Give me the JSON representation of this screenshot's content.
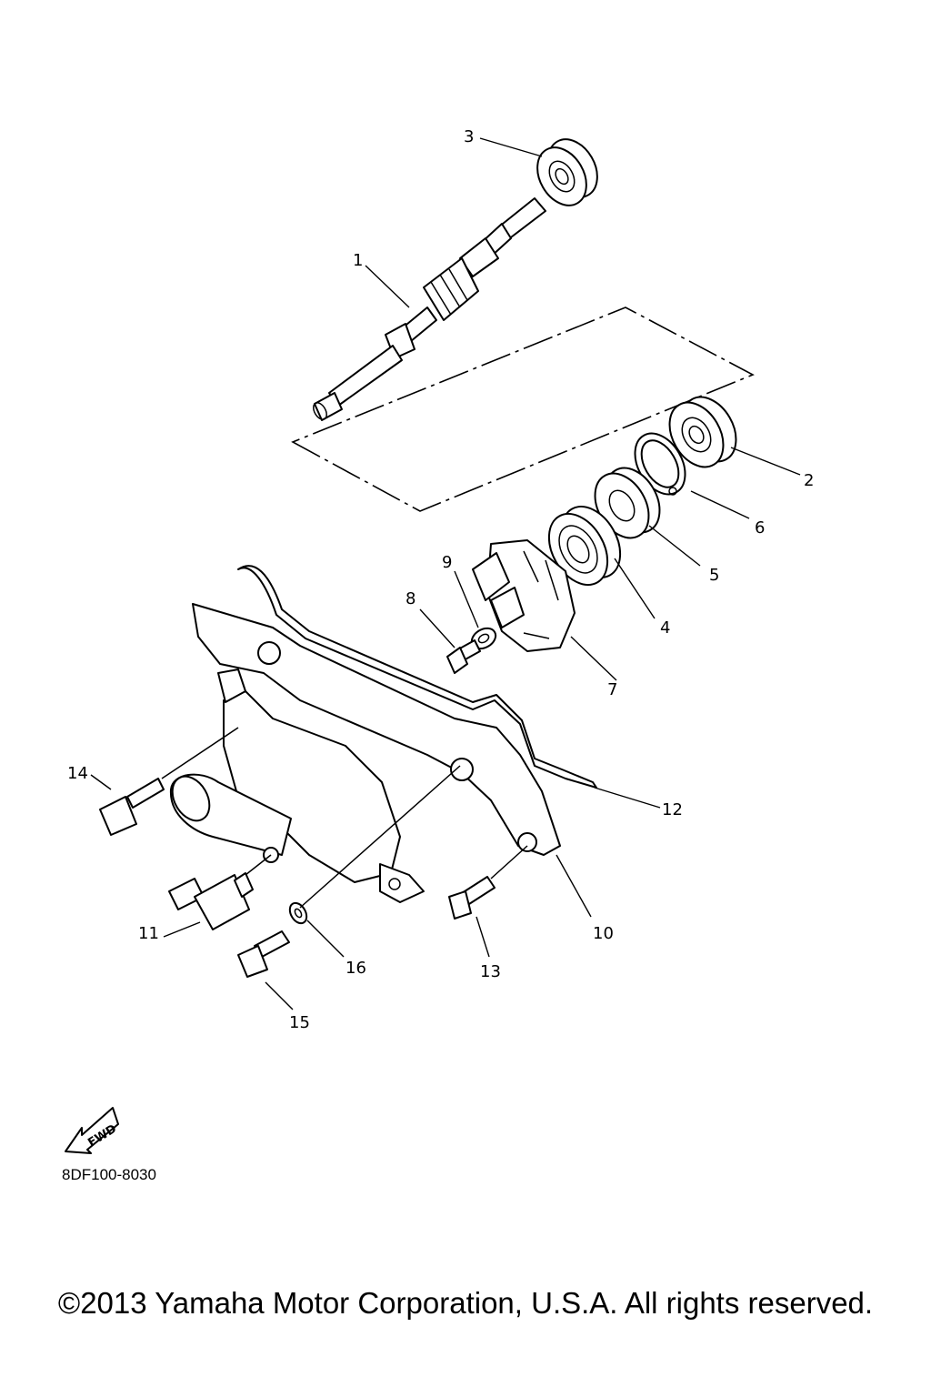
{
  "diagram": {
    "callouts": [
      {
        "id": "1",
        "label": "1"
      },
      {
        "id": "2",
        "label": "2"
      },
      {
        "id": "3",
        "label": "3"
      },
      {
        "id": "4",
        "label": "4"
      },
      {
        "id": "5",
        "label": "5"
      },
      {
        "id": "6",
        "label": "6"
      },
      {
        "id": "7",
        "label": "7"
      },
      {
        "id": "8",
        "label": "8"
      },
      {
        "id": "9",
        "label": "9"
      },
      {
        "id": "10",
        "label": "10"
      },
      {
        "id": "11",
        "label": "11"
      },
      {
        "id": "12",
        "label": "12"
      },
      {
        "id": "13",
        "label": "13"
      },
      {
        "id": "14",
        "label": "14"
      },
      {
        "id": "15",
        "label": "15"
      },
      {
        "id": "16",
        "label": "16"
      }
    ],
    "fwd_label": "FWD",
    "drawing_code": "8DF100-8030"
  },
  "footer": {
    "copyright": "©2013 Yamaha Motor Corporation, U.S.A. All rights reserved."
  }
}
